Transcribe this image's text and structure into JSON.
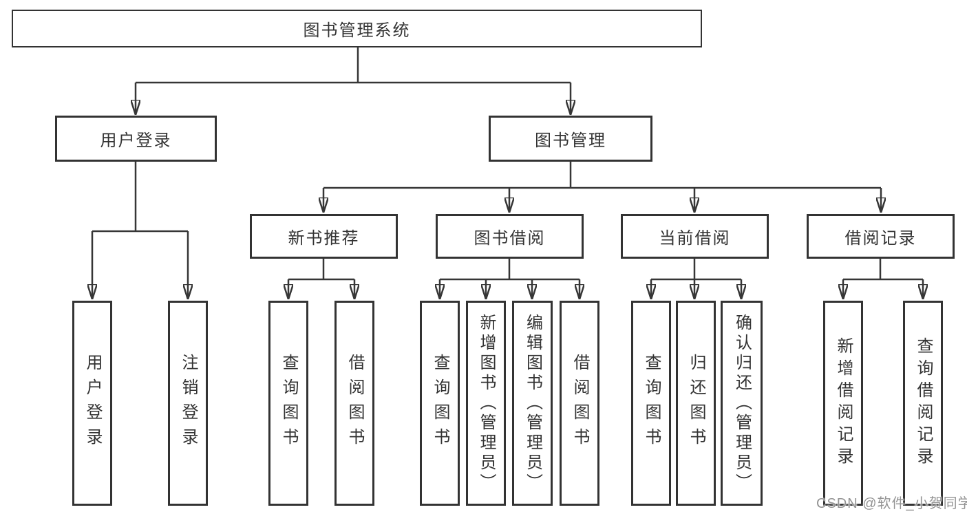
{
  "tree": {
    "label": "图书管理系统",
    "children": [
      {
        "label": "用户登录",
        "children": [
          {
            "label": "用户登录"
          },
          {
            "label": "注销登录"
          }
        ]
      },
      {
        "label": "图书管理",
        "children": [
          {
            "label": "新书推荐",
            "children": [
              {
                "label": "查询图书"
              },
              {
                "label": "借阅图书"
              }
            ]
          },
          {
            "label": "图书借阅",
            "children": [
              {
                "label": "查询图书"
              },
              {
                "label": "新增图书（管理员）"
              },
              {
                "label": "编辑图书（管理员）"
              },
              {
                "label": "借阅图书"
              }
            ]
          },
          {
            "label": "当前借阅",
            "children": [
              {
                "label": "查询图书"
              },
              {
                "label": "归还图书"
              },
              {
                "label": "确认归还（管理员）"
              }
            ]
          },
          {
            "label": "借阅记录",
            "children": [
              {
                "label": "新增借阅记录"
              },
              {
                "label": "查询借阅记录"
              }
            ]
          }
        ]
      }
    ]
  },
  "watermark": {
    "text": "CSDN @软件_小贺同学"
  },
  "colors": {
    "line": "#363636",
    "border": "#333333",
    "text": "#333333",
    "background": "#ffffff",
    "watermark": "#949494"
  }
}
